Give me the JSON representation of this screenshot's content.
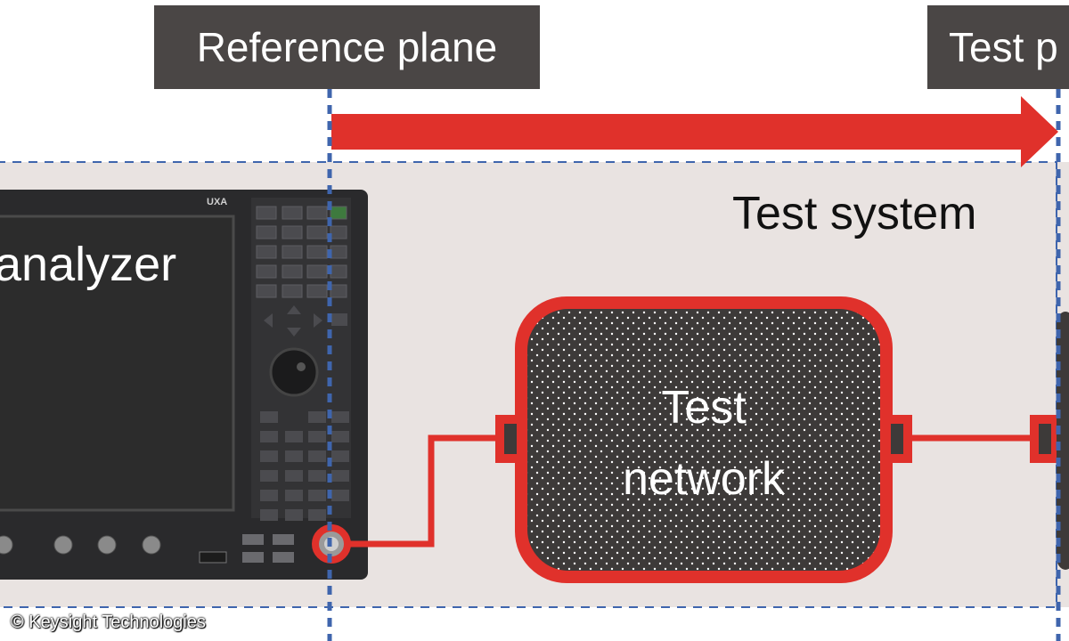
{
  "labels": {
    "reference_plane": "Reference plane",
    "test_plane": "Test p",
    "test_system": "Test system",
    "test_network_line1": "Test",
    "test_network_line2": "network",
    "analyzer": "analyzer",
    "instrument_brand": "UXA",
    "copyright": "© Keysight Technologies"
  },
  "colors": {
    "label_box": "#4a4645",
    "arrow": "#e0312b",
    "dashed_line": "#3f65ad",
    "test_system_bg": "#e9e3e1",
    "network_fill": "#3d3a39",
    "instrument_body": "#2a2a2c"
  }
}
